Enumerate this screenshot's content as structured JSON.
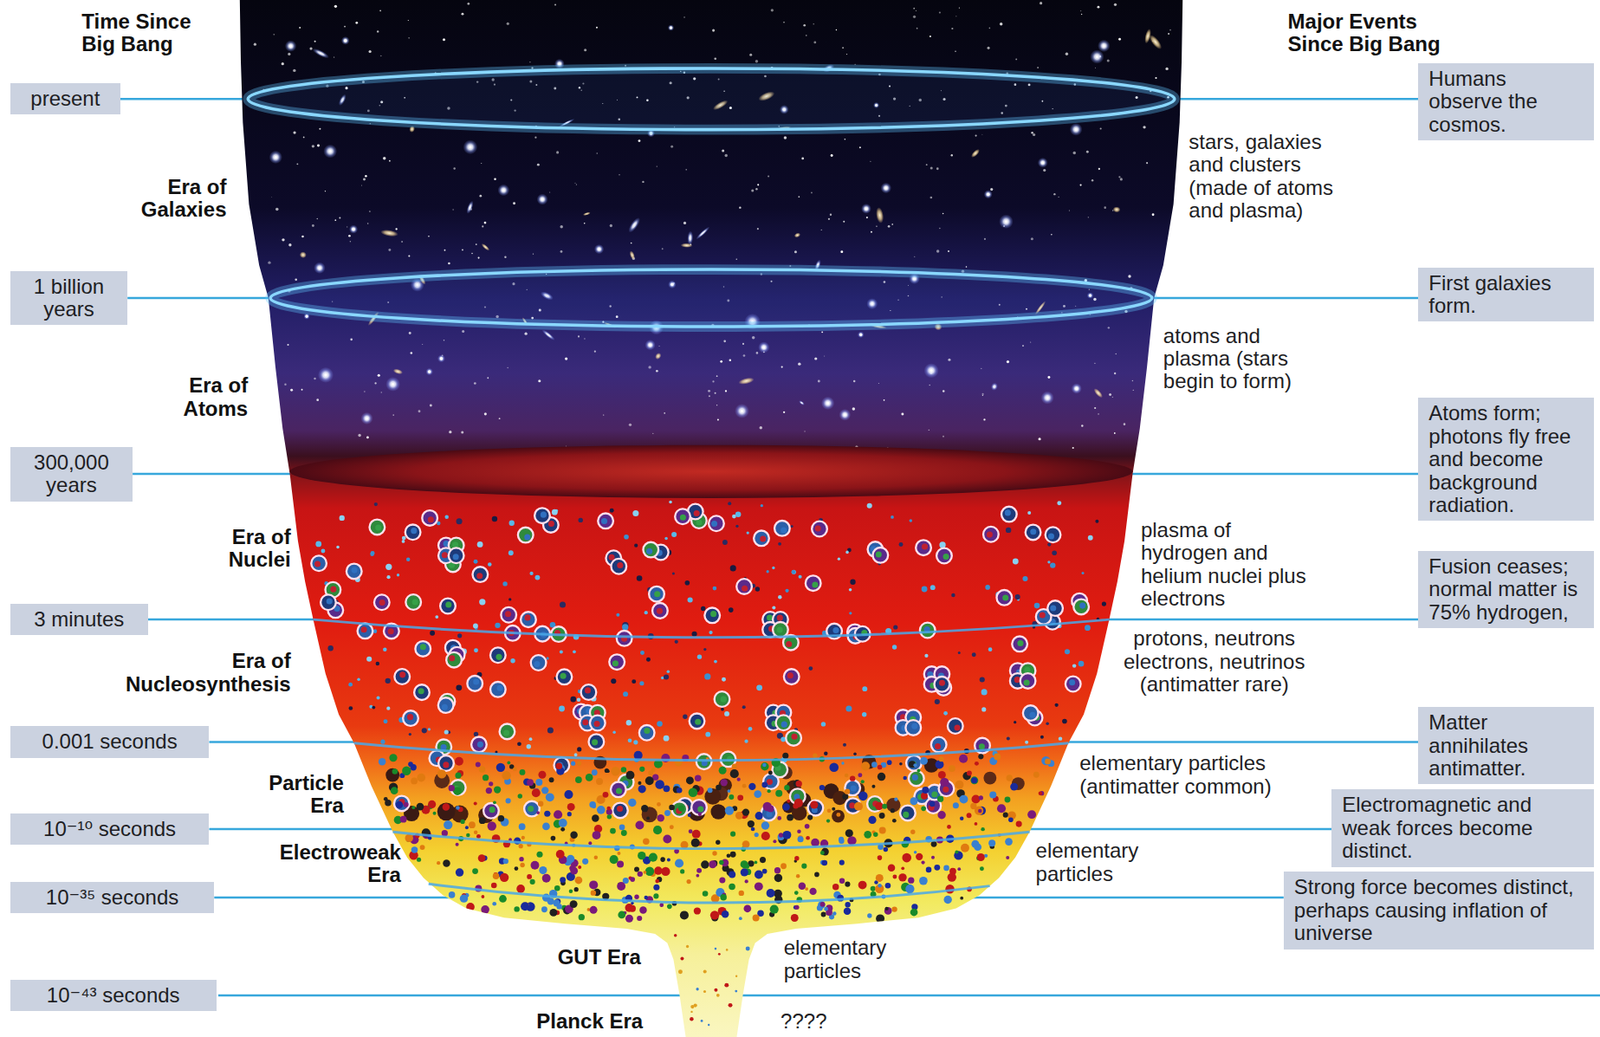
{
  "diagram": {
    "nodes": [
      {
        "text": [
          "present"
        ]
      },
      {
        "text": [
          "Humans observe the cosmos."
        ]
      },
      {
        "text": [
          "1 billion years"
        ]
      },
      {
        "text": [
          "First galaxies form."
        ]
      },
      {
        "text": [
          "300,000 years"
        ]
      },
      {
        "text": [
          "Atoms form; photons fly free and become background radiation."
        ]
      },
      {
        "text": [
          "3 minutes"
        ]
      },
      {
        "text": [
          "Fusion ceases; normal matter is 75% hydrogen,"
        ]
      },
      {
        "text": [
          "0.001 seconds"
        ]
      },
      {
        "text": [
          "Matter annihilates antimatter."
        ]
      },
      {
        "text": [
          "10⁻¹⁰ seconds"
        ]
      },
      {
        "text": [
          "Electromagnetic and weak forces become distinct."
        ]
      },
      {
        "text": [
          "10⁻³⁵ seconds"
        ]
      },
      {
        "text": [
          "Strong force becomes distinct, perhaps causing inflation of universe"
        ]
      },
      {
        "text": [
          "10⁻⁴³ seconds"
        ]
      }
    ],
    "edges": [
      {
        "from": 0,
        "to": 1,
        "arrow": "none"
      },
      {
        "from": 2,
        "to": 3,
        "arrow": "none"
      },
      {
        "from": 4,
        "to": 5,
        "arrow": "none"
      },
      {
        "from": 6,
        "to": 7,
        "arrow": "none"
      },
      {
        "from": 8,
        "to": 9,
        "arrow": "none"
      },
      {
        "from": 10,
        "to": 11,
        "arrow": "none"
      },
      {
        "from": 12,
        "to": 13,
        "arrow": "none"
      }
    ],
    "labels": [
      "Time Since Big Bang",
      "Major Events Since Big Bang",
      "Era of Galaxies",
      "stars, galaxies and clusters (made of atoms and plasma)",
      "Era of Atoms",
      "atoms and plasma (stars begin to form)",
      "Era of Nuclei",
      "plasma of hydrogen and helium nuclei plus electrons",
      "Era of Nucleosynthesis",
      "protons, neutrons electrons, neutrinos (antimatter rare)",
      "Particle Era",
      "elementary particles (antimatter common)",
      "Electroweak Era",
      "elementary particles",
      "GUT Era",
      "elementary particles",
      "Planck Era",
      "????"
    ]
  }
}
